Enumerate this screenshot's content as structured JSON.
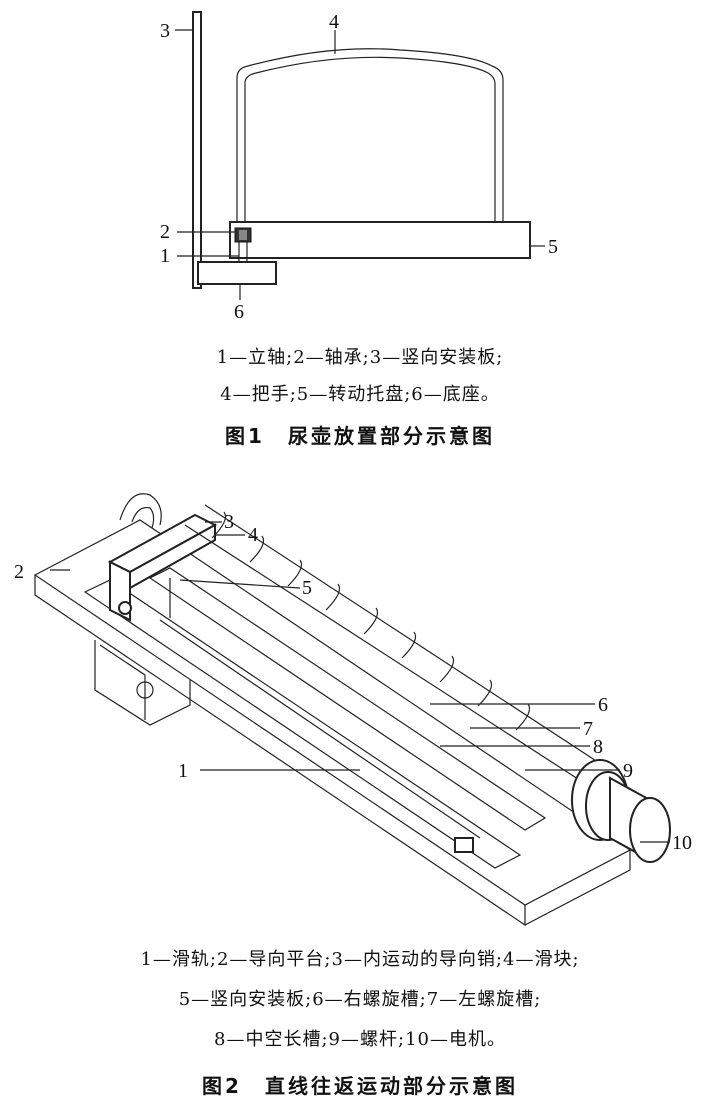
{
  "figure1": {
    "labels": {
      "l1": "1",
      "l2": "2",
      "l3": "3",
      "l4": "4",
      "l5": "5",
      "l6": "6"
    },
    "legend_line1": "1—立轴;2—轴承;3—竖向安装板;",
    "legend_line2": "4—把手;5—转动托盘;6—底座。",
    "title": "图1　尿壶放置部分示意图"
  },
  "figure2": {
    "labels": {
      "l1": "1",
      "l2": "2",
      "l3": "3",
      "l4": "4",
      "l5": "5",
      "l6": "6",
      "l7": "7",
      "l8": "8",
      "l9": "9",
      "l10": "10"
    },
    "legend_line1": "1—滑轨;2—导向平台;3—内运动的导向销;4—滑块;",
    "legend_line2": "5—竖向安装板;6—右螺旋槽;7—左螺旋槽;",
    "legend_line3": "8—中空长槽;9—螺杆;10—电机。",
    "title": "图2　直线往返运动部分示意图"
  }
}
